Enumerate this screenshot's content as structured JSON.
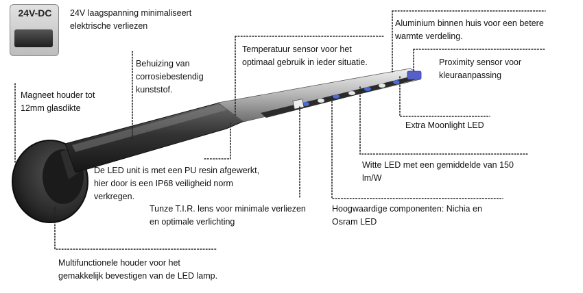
{
  "adapter": {
    "label": "24V-DC",
    "caption_lines": [
      "24V laagspanning minimaliseert",
      "elektrische verliezen"
    ]
  },
  "callouts": {
    "magnet_holder": [
      "Magneet houder tot",
      "12mm glasdikte"
    ],
    "housing": [
      "Behuizing van",
      "corrosiebestendig",
      "kunststof."
    ],
    "temperature_sensor": [
      "Temperatuur sensor voor het",
      "optimaal gebruik in ieder situatie."
    ],
    "aluminium_housing": [
      "Aluminium binnen huis voor een betere",
      "warmte verdeling."
    ],
    "proximity_sensor": [
      "Proximity sensor voor",
      "kleuraanpassing"
    ],
    "moonlight_led": [
      "Extra Moonlight LED"
    ],
    "white_led": [
      "Witte LED met een gemiddelde van 150",
      "lm/W"
    ],
    "components": [
      "Hoogwaardige componenten: Nichia en",
      "Osram LED"
    ],
    "pu_resin": [
      "De LED unit is met een PU resin afgewerkt,",
      "hier door is een IP68 veiligheid norm",
      "verkregen."
    ],
    "tir_lens": [
      "Tunze T.I.R. lens voor minimale verliezen",
      "en optimale verlichting"
    ],
    "multifunctional_holder": [
      "Multifunctionele houder voor het",
      "gemakkelijk bevestigen van de LED lamp."
    ]
  },
  "colors": {
    "housing_dark": "#2b2b2b",
    "aluminium": "#b9b9b9",
    "led_blue": "#4a6ad8",
    "leader_line": "#222222"
  },
  "icons": {
    "adapter": "power-adapter-icon",
    "lamp": "led-lamp-illustration"
  }
}
